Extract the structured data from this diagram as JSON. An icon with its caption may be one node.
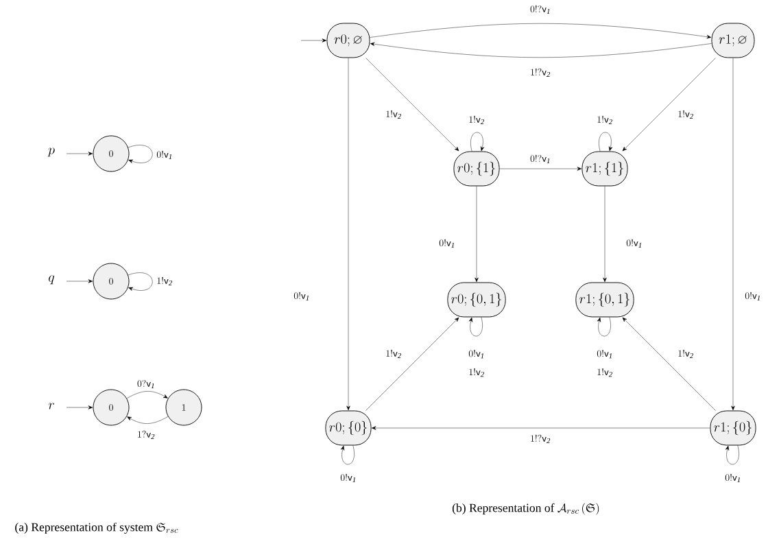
{
  "diagram": {
    "nodes": [
      {
        "text": [
          "0"
        ]
      },
      {
        "text": [
          "0"
        ]
      },
      {
        "text": [
          "0"
        ]
      },
      {
        "text": [
          "1"
        ]
      },
      {
        "text": [
          "r0;\\varnothing"
        ]
      },
      {
        "text": [
          "r1;\\varnothing"
        ]
      },
      {
        "text": [
          "r0;\\{1\\}"
        ]
      },
      {
        "text": [
          "r1;\\{1\\}"
        ]
      },
      {
        "text": [
          "r0;\\{0,1\\}"
        ]
      },
      {
        "text": [
          "r1;\\{0,1\\}"
        ]
      },
      {
        "text": [
          "r0;\\{0\\}"
        ]
      },
      {
        "text": [
          "r1;\\{0\\}"
        ]
      }
    ],
    "edges": [
      {
        "from": null,
        "to": 0,
        "arrow": "to"
      },
      {
        "from": 0,
        "to": 0,
        "arrow": "to",
        "label": "0!\\mathsf{v}_{\\mathit{1}}"
      },
      {
        "from": null,
        "to": 1,
        "arrow": "to"
      },
      {
        "from": 1,
        "to": 1,
        "arrow": "to",
        "label": "1!\\mathsf{v}_{\\mathit{2}}"
      },
      {
        "from": null,
        "to": 2,
        "arrow": "to"
      },
      {
        "from": 2,
        "to": 3,
        "arrow": "to",
        "label": "0?\\mathsf{v}_{\\mathit{1}}"
      },
      {
        "from": 3,
        "to": 2,
        "arrow": "to",
        "label": "1?\\mathsf{v}_{\\mathit{2}}"
      },
      {
        "from": null,
        "to": 4,
        "arrow": "to"
      },
      {
        "from": 4,
        "to": 5,
        "arrow": "to",
        "label": "0!?\\mathsf{v}_{\\mathit{1}}"
      },
      {
        "from": 5,
        "to": 4,
        "arrow": "to",
        "label": "1!?\\mathsf{v}_{\\mathit{2}}"
      },
      {
        "from": 4,
        "to": 6,
        "arrow": "to",
        "label": "1!\\mathsf{v}_{\\mathit{2}}"
      },
      {
        "from": 5,
        "to": 7,
        "arrow": "to",
        "label": "1!\\mathsf{v}_{\\mathit{2}}"
      },
      {
        "from": 6,
        "to": 6,
        "arrow": "to",
        "label": "1!\\mathsf{v}_{\\mathit{2}}"
      },
      {
        "from": 7,
        "to": 7,
        "arrow": "to",
        "label": "1!\\mathsf{v}_{\\mathit{2}}"
      },
      {
        "from": 6,
        "to": 7,
        "arrow": "to",
        "label": "0!?\\mathsf{v}_{\\mathit{1}}"
      },
      {
        "from": 6,
        "to": 8,
        "arrow": "to",
        "label": "0!\\mathsf{v}_{\\mathit{1}}"
      },
      {
        "from": 7,
        "to": 9,
        "arrow": "to",
        "label": "0!\\mathsf{v}_{\\mathit{1}}"
      },
      {
        "from": 4,
        "to": 10,
        "arrow": "to",
        "label": "0!\\mathsf{v}_{\\mathit{1}}"
      },
      {
        "from": 5,
        "to": 11,
        "arrow": "to",
        "label": "0!\\mathsf{v}_{\\mathit{1}}"
      },
      {
        "from": 8,
        "to": 8,
        "arrow": "to",
        "label": "\\begin{array}{c}0!\\mathsf{v}_{\\mathit{1}}\\\\[8pt]1!\\mathsf{v}_{\\mathit{2}}\\end{array}"
      },
      {
        "from": 9,
        "to": 9,
        "arrow": "to",
        "label": "\\begin{array}{c}0!\\mathsf{v}_{\\mathit{1}}\\\\[8pt]1!\\mathsf{v}_{\\mathit{2}}\\end{array}"
      },
      {
        "from": 10,
        "to": 8,
        "arrow": "to",
        "label": "1!\\mathsf{v}_{\\mathit{2}}"
      },
      {
        "from": 11,
        "to": 9,
        "arrow": "to",
        "label": "1!\\mathsf{v}_{\\mathit{2}}"
      },
      {
        "from": 11,
        "to": 10,
        "arrow": "to",
        "label": "1!?\\mathsf{v}_{\\mathit{2}}"
      },
      {
        "from": 10,
        "to": 10,
        "arrow": "to",
        "label": "0!\\mathsf{v}_{\\mathit{1}}"
      },
      {
        "from": 11,
        "to": 11,
        "arrow": "to",
        "label": "0!\\mathsf{v}_{\\mathit{1}}"
      }
    ],
    "labels": [
      "p",
      "q",
      "r",
      "\\text{(a) Representation of system }\\mathfrak{S}_{rsc}",
      "\\text{(b) Representation of }\\mathcal{A}_{rsc}\\left(\\mathfrak{S}\\right)"
    ]
  }
}
